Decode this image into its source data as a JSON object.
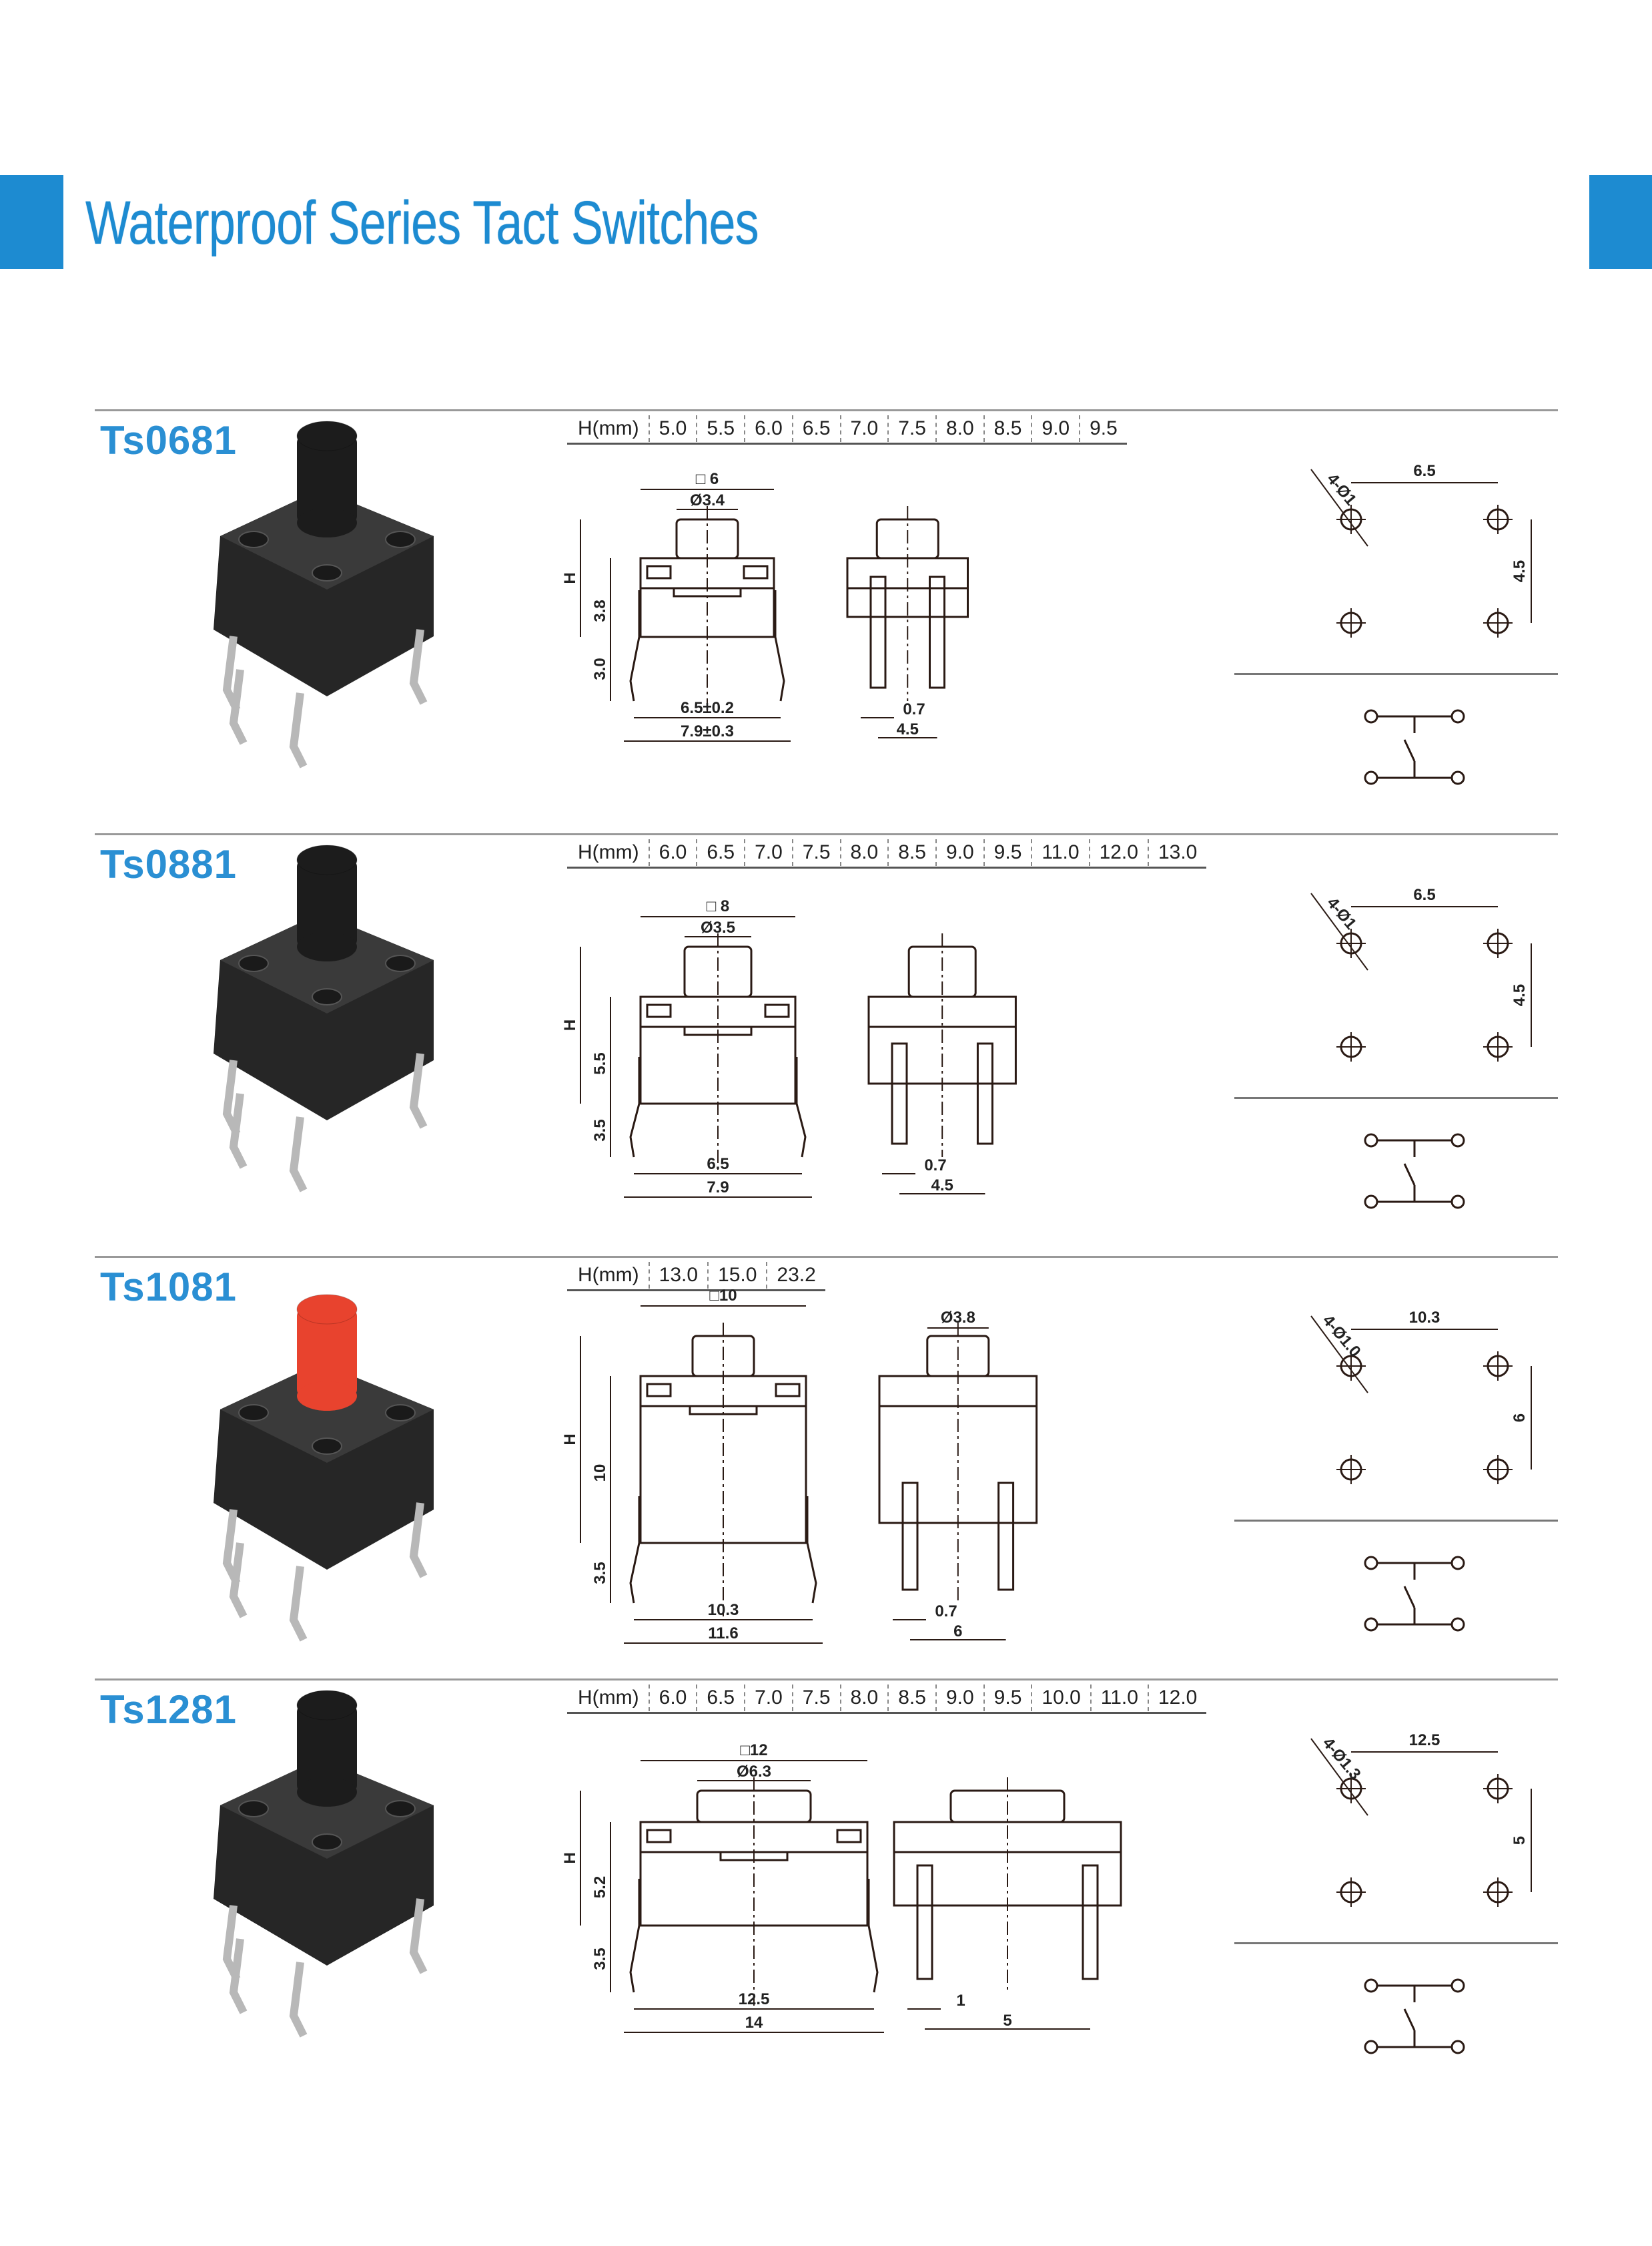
{
  "title": "Waterproof Series Tact Switches",
  "colors": {
    "accent": "#1d8bd1",
    "model_label": "#2a8fd3",
    "drawing_line": "#2a1a14"
  },
  "h_label": "H(mm)",
  "products": [
    {
      "model": "Ts0681",
      "heights": [
        "5.0",
        "5.5",
        "6.0",
        "6.5",
        "7.0",
        "7.5",
        "8.0",
        "8.5",
        "9.0",
        "9.5"
      ],
      "cap_color": "#1c1c1c",
      "front": {
        "size": "□ 6",
        "cap": "Ø3.4",
        "h": "H",
        "body": "3.8",
        "pin": "3.0",
        "pitch": "6.5±0.2",
        "overall": "7.9±0.3"
      },
      "side": {
        "a": "0.7",
        "b": "4.5"
      },
      "footprint": {
        "hole": "4-Ø1",
        "x": "6.5",
        "y": "4.5"
      }
    },
    {
      "model": "Ts0881",
      "heights": [
        "6.0",
        "6.5",
        "7.0",
        "7.5",
        "8.0",
        "8.5",
        "9.0",
        "9.5",
        "11.0",
        "12.0",
        "13.0"
      ],
      "cap_color": "#1c1c1c",
      "front": {
        "size": "□ 8",
        "cap": "Ø3.5",
        "h": "H",
        "body": "5.5",
        "pin": "3.5",
        "pitch": "6.5",
        "overall": "7.9"
      },
      "side": {
        "a": "0.7",
        "b": "4.5"
      },
      "footprint": {
        "hole": "4-Ø1",
        "x": "6.5",
        "y": "4.5"
      }
    },
    {
      "model": "Ts1081",
      "heights": [
        "13.0",
        "15.0",
        "23.2"
      ],
      "cap_color": "#e8432e",
      "front": {
        "size": "□10",
        "cap": "",
        "h": "H",
        "body": "10",
        "pin": "3.5",
        "pitch": "10.3",
        "overall": "11.6"
      },
      "side": {
        "top": "Ø3.8",
        "a": "0.7",
        "b": "6"
      },
      "footprint": {
        "hole": "4-Ø1.0",
        "x": "10.3",
        "y": "6"
      }
    },
    {
      "model": "Ts1281",
      "heights": [
        "6.0",
        "6.5",
        "7.0",
        "7.5",
        "8.0",
        "8.5",
        "9.0",
        "9.5",
        "10.0",
        "11.0",
        "12.0"
      ],
      "cap_color": "#1c1c1c",
      "front": {
        "size": "□12",
        "cap": "Ø6.3",
        "h": "H",
        "body": "5.2",
        "pin": "3.5",
        "pitch": "12.5",
        "overall": "14"
      },
      "side": {
        "a": "1",
        "b": "5"
      },
      "footprint": {
        "hole": "4-Ø1.3",
        "x": "12.5",
        "y": "5"
      }
    }
  ]
}
